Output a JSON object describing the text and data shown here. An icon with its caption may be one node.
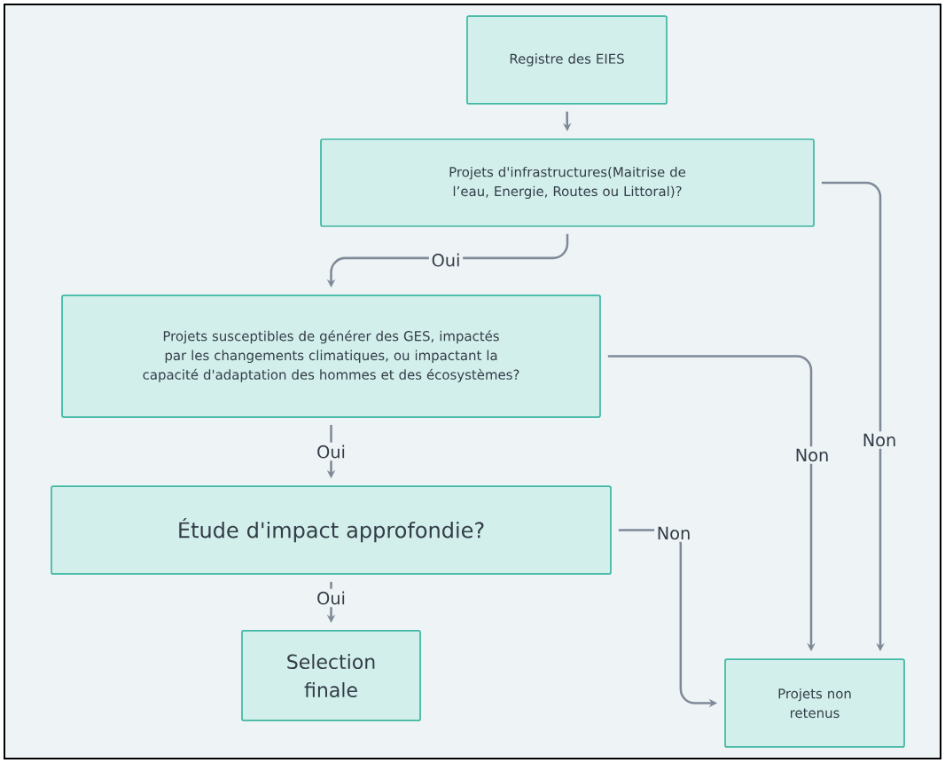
{
  "diagram": {
    "nodes": [
      {
        "text": [
          "Registre des EIES"
        ]
      },
      {
        "text": [
          "Projets d'infrastructures(Maitrise de l’eau, Energie, Routes ou Littoral)?"
        ]
      },
      {
        "text": [
          "Projets susceptibles de générer des GES, impactés par les changements climatiques, ou impactant la capacité d'adaptation des hommes et des écosystèmes?"
        ]
      },
      {
        "text": [
          "Étude d'impact approfondie?"
        ]
      },
      {
        "text": [
          "Selection finale"
        ]
      },
      {
        "text": [
          "Projets non retenus"
        ]
      }
    ],
    "edges": [
      {
        "from": 0,
        "to": 1,
        "arrow": "to"
      },
      {
        "from": 1,
        "to": 2,
        "arrow": "to",
        "label": "Oui"
      },
      {
        "from": 1,
        "to": 5,
        "arrow": "to",
        "label": "Non"
      },
      {
        "from": 2,
        "to": 5,
        "arrow": "to",
        "label": "Non"
      },
      {
        "from": 2,
        "to": 3,
        "arrow": "to",
        "label": "Oui"
      },
      {
        "from": 3,
        "to": 5,
        "arrow": "to",
        "label": "Non"
      },
      {
        "from": 3,
        "to": 4,
        "arrow": "to",
        "label": "Oui"
      }
    ]
  }
}
